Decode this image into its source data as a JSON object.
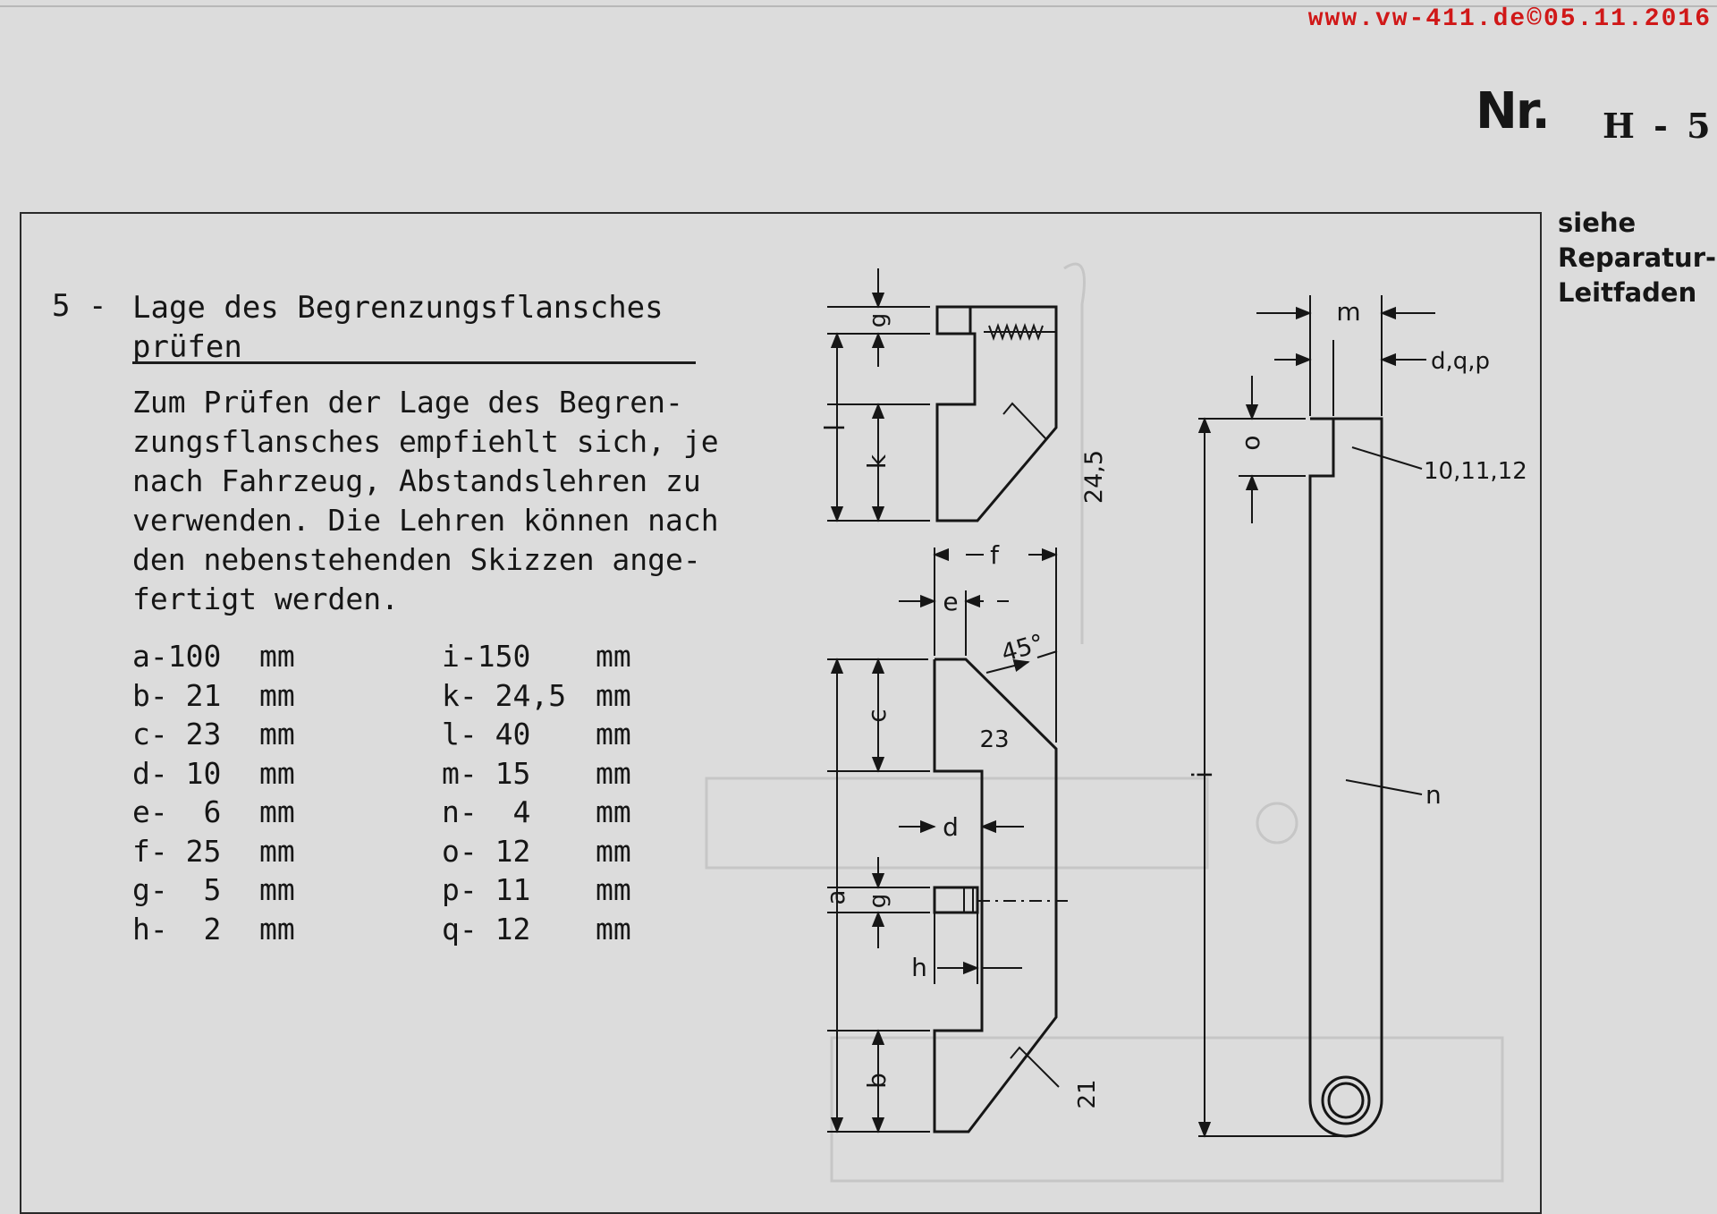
{
  "header": {
    "watermark": "www.vw-411.de©05.11.2016",
    "nr_label": "Nr.",
    "doc_number": "H - 5"
  },
  "side_note": [
    "siehe",
    "Reparatur-",
    "Leitfaden"
  ],
  "section": {
    "number": "5 -",
    "title_lines": [
      "Lage des Begrenzungsflansches",
      "prüfen"
    ],
    "paragraph_lines": [
      "Zum Prüfen der Lage des Begren-",
      "zungsflansches empfiehlt sich, je",
      "nach Fahrzeug, Abstandslehren zu",
      "verwenden. Die Lehren können nach",
      "den nebenstehenden Skizzen ange-",
      "fertigt werden."
    ],
    "dimensions_left": [
      {
        "label": "a-100",
        "unit": "mm"
      },
      {
        "label": "b- 21",
        "unit": "mm"
      },
      {
        "label": "c- 23",
        "unit": "mm"
      },
      {
        "label": "d- 10",
        "unit": "mm"
      },
      {
        "label": "e-  6",
        "unit": "mm"
      },
      {
        "label": "f- 25",
        "unit": "mm"
      },
      {
        "label": "g-  5",
        "unit": "mm"
      },
      {
        "label": "h-  2",
        "unit": "mm"
      }
    ],
    "dimensions_right": [
      {
        "label": "i-150",
        "unit": "mm"
      },
      {
        "label": "k- 24,5",
        "unit": "mm"
      },
      {
        "label": "l- 40",
        "unit": "mm"
      },
      {
        "label": "m- 15",
        "unit": "mm"
      },
      {
        "label": "n-  4",
        "unit": "mm"
      },
      {
        "label": "o- 12",
        "unit": "mm"
      },
      {
        "label": "p- 11",
        "unit": "mm"
      },
      {
        "label": "q- 12",
        "unit": "mm"
      }
    ]
  },
  "drawing_labels": {
    "g": "g",
    "l": "l",
    "k": "k",
    "k_value": "24,5",
    "f": "f",
    "e": "e",
    "angle": "45°",
    "c": "c",
    "c_value": "23",
    "d": "d",
    "a": "a",
    "g2": "g",
    "h": "h",
    "b": "b",
    "b_value": "21",
    "m": "m",
    "dqp": "d,q,p",
    "o": "o",
    "ref_10_11_12": "10,11,12",
    "i": "i",
    "n": "n"
  }
}
